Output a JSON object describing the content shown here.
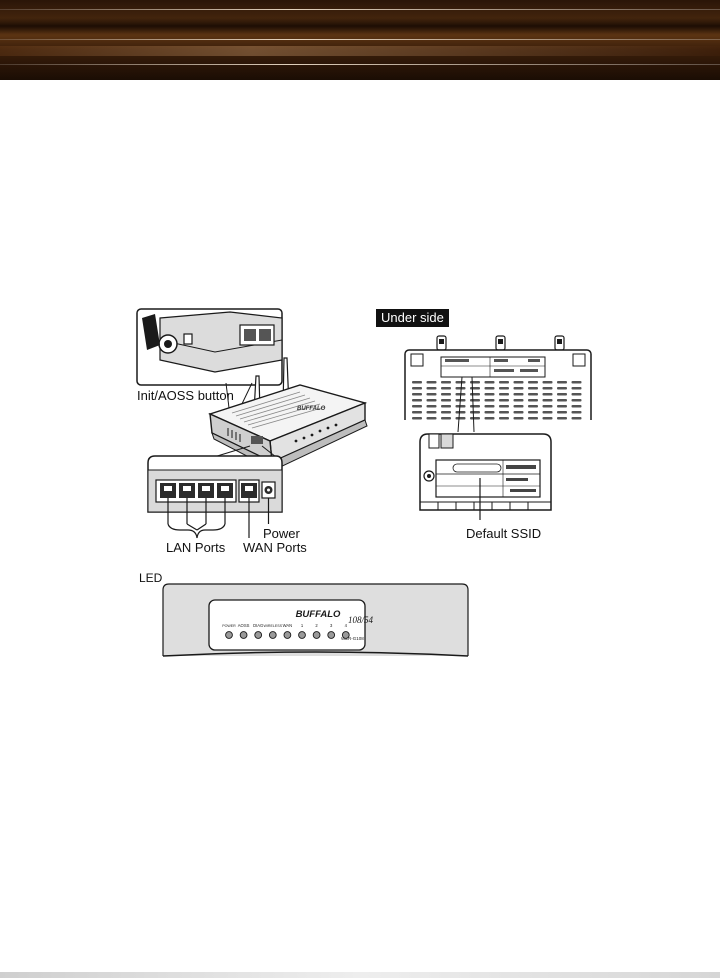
{
  "figure": {
    "callouts": {
      "init_aoss": "Init/AOSS button",
      "under_side": "Under side",
      "power": "Power",
      "lan_ports": "LAN Ports",
      "wan_ports": "WAN Ports",
      "default_ssid": "Default SSID",
      "led": "LED"
    },
    "led_panel": {
      "brand": "BUFFALO",
      "speed": "108/54",
      "model": "WZR-G108",
      "indicators": [
        "POWER",
        "AOSS",
        "DIAG",
        "WIRELESS",
        "WAN",
        "1",
        "2",
        "3",
        "4"
      ]
    }
  },
  "colors": {
    "header_dark": "#2a1508",
    "header_mid": "#5a3312",
    "line_art": "#1a1a1a",
    "panel_gray": "#d9d9d9"
  }
}
